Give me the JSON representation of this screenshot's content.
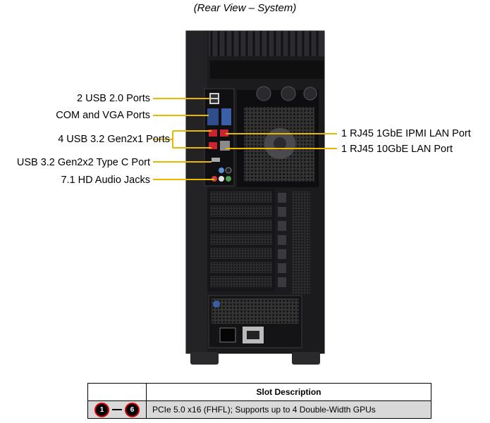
{
  "title": "(Rear View – System)",
  "left_labels": [
    "2 USB 2.0 Ports",
    "COM and VGA Ports",
    "4 USB 3.2 Gen2x1  Ports",
    "USB 3.2 Gen2x2 Type C Port",
    "7.1 HD Audio Jacks"
  ],
  "right_labels": [
    "1 RJ45 1GbE IPMI  LAN Port",
    "1 RJ45 10GbE LAN Port"
  ],
  "table": {
    "header": "Slot Description",
    "badge_start": "1",
    "badge_end": "6",
    "description": "PCIe 5.0 x16 (FHFL);  Supports up to 4 Double-Width  GPUs"
  },
  "colors": {
    "callout_line": "#e8b800",
    "chassis": "#1b1b1d",
    "badge_ring": "#d80000"
  }
}
